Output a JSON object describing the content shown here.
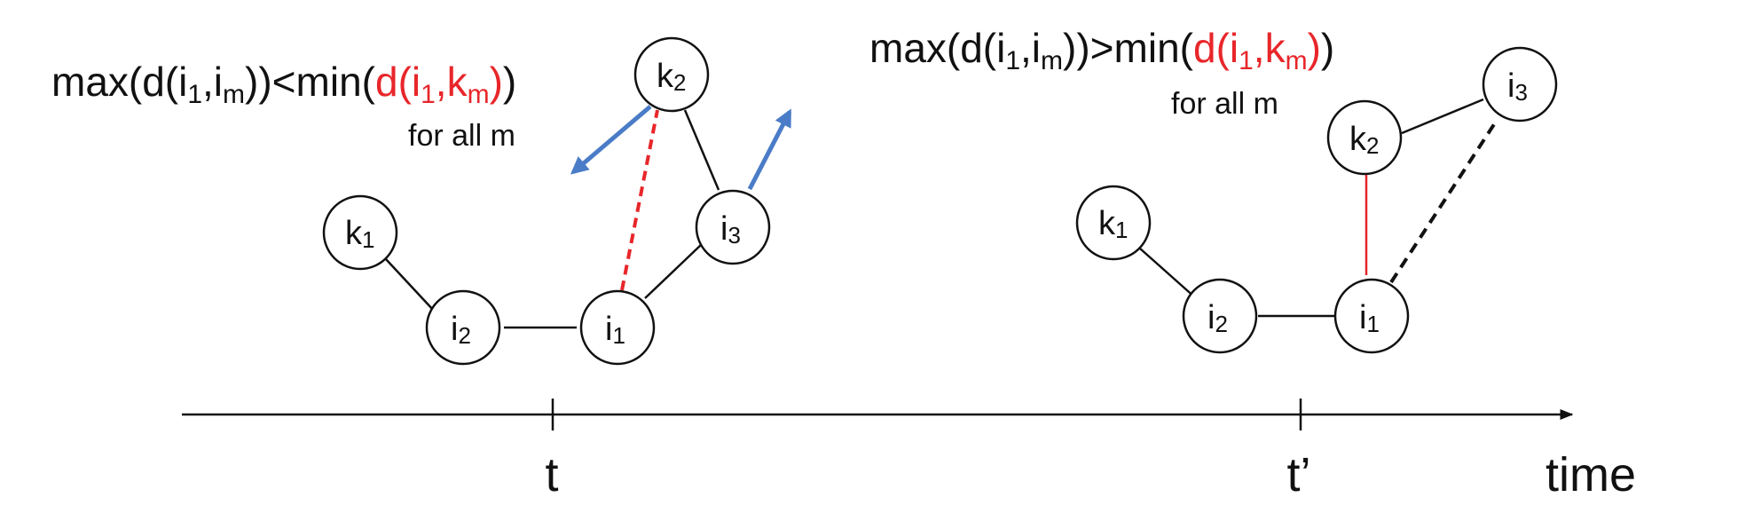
{
  "colors": {
    "ink": "#111111",
    "red": "#e8262a",
    "blue": "#4a7cc7"
  },
  "left": {
    "formula": {
      "part1": "max(d(i",
      "sub1": "1",
      "part2": ",i",
      "sub2": "m",
      "part3": "))<min(",
      "red_part1": "d(i",
      "red_sub1": "1",
      "red_part2": ",k",
      "red_sub2": "m",
      "red_part3": ")",
      "part4": ")"
    },
    "caption": "for all m",
    "nodes": {
      "k1": {
        "base": "k",
        "sub": "1"
      },
      "i2": {
        "base": "i",
        "sub": "2"
      },
      "i1": {
        "base": "i",
        "sub": "1"
      },
      "i3": {
        "base": "i",
        "sub": "3"
      },
      "k2": {
        "base": "k",
        "sub": "2"
      }
    }
  },
  "right": {
    "formula": {
      "part1": "max(d(i",
      "sub1": "1",
      "part2": ",i",
      "sub2": "m",
      "part3": "))>min(",
      "red_part1": "d(i",
      "red_sub1": "1",
      "red_part2": ",k",
      "red_sub2": "m",
      "red_part3": ")",
      "part4": ")"
    },
    "caption": "for all m",
    "nodes": {
      "k1": {
        "base": "k",
        "sub": "1"
      },
      "i2": {
        "base": "i",
        "sub": "2"
      },
      "i1": {
        "base": "i",
        "sub": "1"
      },
      "k2": {
        "base": "k",
        "sub": "2"
      },
      "i3": {
        "base": "i",
        "sub": "3"
      }
    }
  },
  "axis": {
    "tick_t": "t",
    "tick_t_prime": "t’",
    "label": "time"
  }
}
